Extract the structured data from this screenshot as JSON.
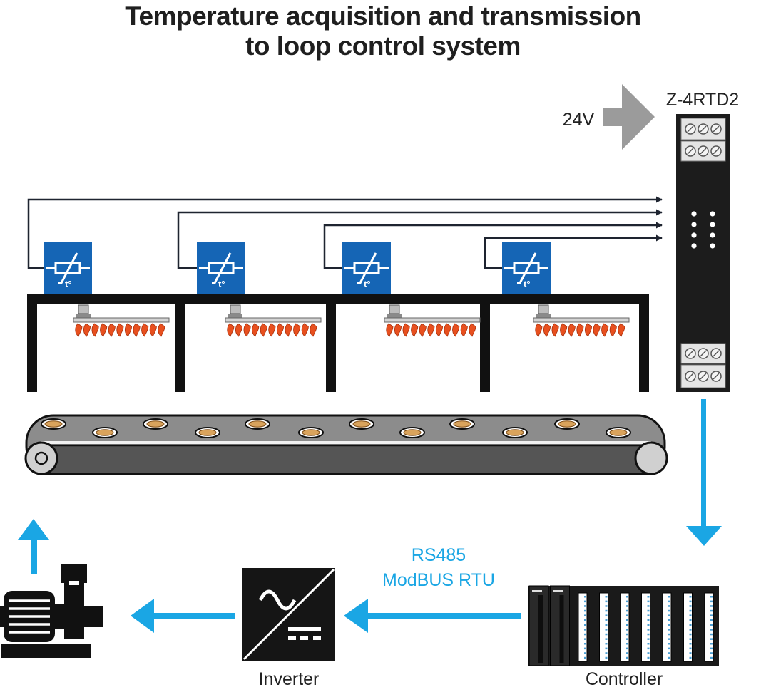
{
  "title": {
    "line1": "Temperature acquisition and transmission",
    "line2": "to loop control system"
  },
  "device": {
    "name": "Z-4RTD2",
    "supply": "24V"
  },
  "sensors": [
    {
      "label": "t°"
    },
    {
      "label": "t°"
    },
    {
      "label": "t°"
    },
    {
      "label": "t°"
    }
  ],
  "bus": {
    "line1": "RS485",
    "line2": "ModBUS RTU"
  },
  "inverter": {
    "label": "Inverter"
  },
  "controller": {
    "label": "Controller"
  },
  "colors": {
    "accent_blue": "#1aa6e4",
    "sensor_blue": "#1565b5",
    "frame_black": "#111111",
    "module_dark": "#1c1c1c",
    "arrow_gray": "#9b9b9b",
    "belt_gray": "#8c8c8c",
    "flame_orange": "#e8501f",
    "puck_tan": "#d9a35c"
  }
}
